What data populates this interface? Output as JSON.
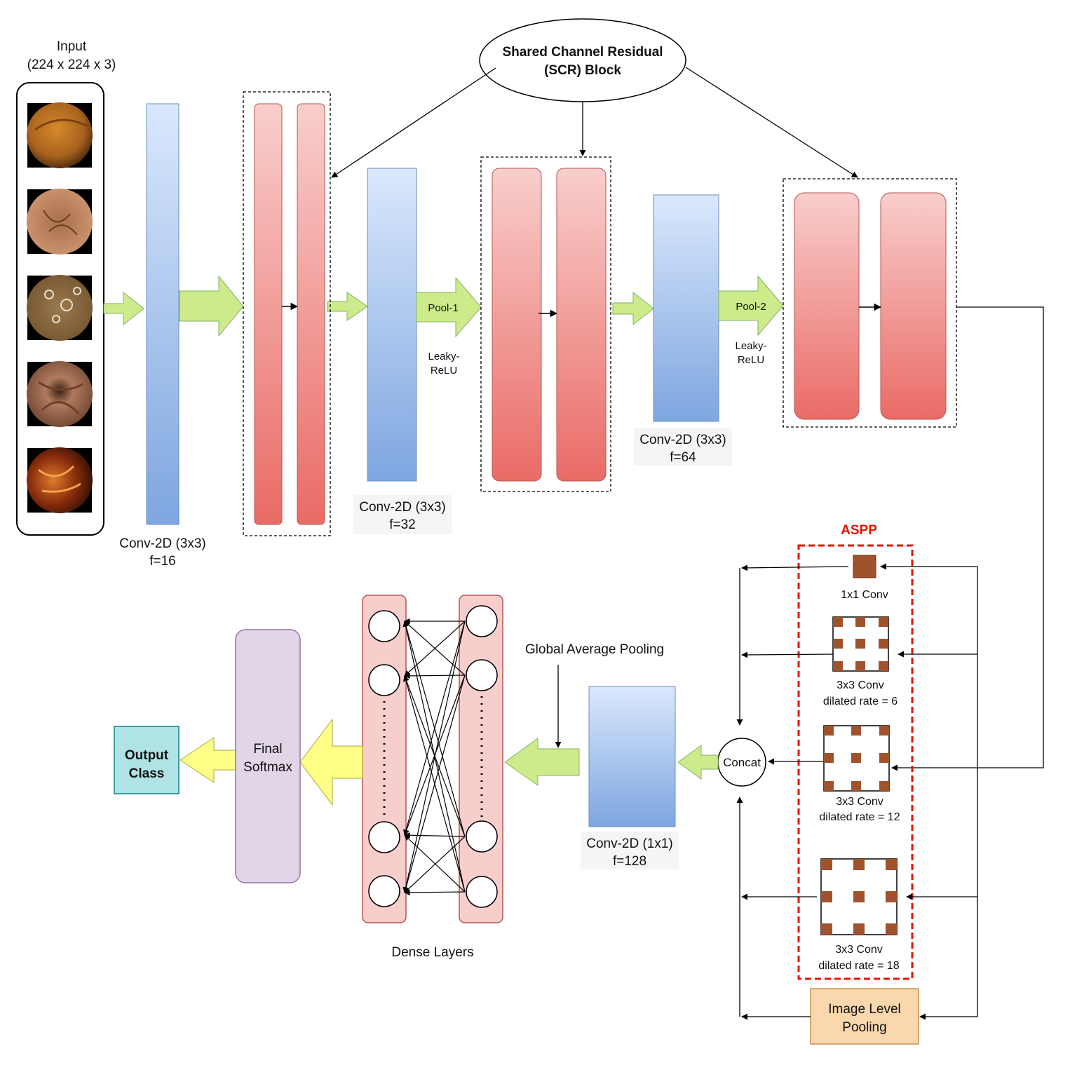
{
  "input": {
    "title": "Input",
    "shape": "(224 x 224 x 3)"
  },
  "scr_block": {
    "line1": "Shared Channel Residual",
    "line2": "(SCR) Block"
  },
  "conv1": {
    "line1": "Conv-2D (3x3)",
    "line2": "f=16"
  },
  "conv2": {
    "line1": "Conv-2D (3x3)",
    "line2": "f=32"
  },
  "conv3": {
    "line1": "Conv-2D (3x3)",
    "line2": "f=64"
  },
  "conv4": {
    "line1": "Conv-2D (1x1)",
    "line2": "f=128"
  },
  "pool1": {
    "label": "Pool-1",
    "act1": "Leaky-",
    "act2": "ReLU"
  },
  "pool2": {
    "label": "Pool-2",
    "act1": "Leaky-",
    "act2": "ReLU"
  },
  "aspp": {
    "title": "ASPP",
    "conv1x1": "1x1 Conv",
    "d6_line1": "3x3 Conv",
    "d6_line2": "dilated rate = 6",
    "d12_line1": "3x3 Conv",
    "d12_line2": "dilated rate = 12",
    "d18_line1": "3x3 Conv",
    "d18_line2": "dilated rate = 18"
  },
  "image_pooling": {
    "line1": "Image Level",
    "line2": "Pooling"
  },
  "concat": "Concat",
  "gap": "Global Average Pooling",
  "dense": "Dense Layers",
  "softmax": {
    "line1": "Final",
    "line2": "Softmax"
  },
  "output": {
    "line1": "Output",
    "line2": "Class"
  },
  "colors": {
    "conv_top": "#dae8fc",
    "conv_bottom": "#7ea6e0",
    "scr_top": "#f8cecc",
    "scr_bottom": "#ea6b66",
    "green_arrow": "#cdeb8b",
    "yellow_arrow": "#ffff88",
    "aspp_red": "#e51400",
    "kernel_brown": "#a0522d",
    "dense_fill": "#f8cecc",
    "softmax_fill": "#e1d5e7",
    "output_fill": "#b0e3e6",
    "pooling_fill": "#fad7ac"
  }
}
